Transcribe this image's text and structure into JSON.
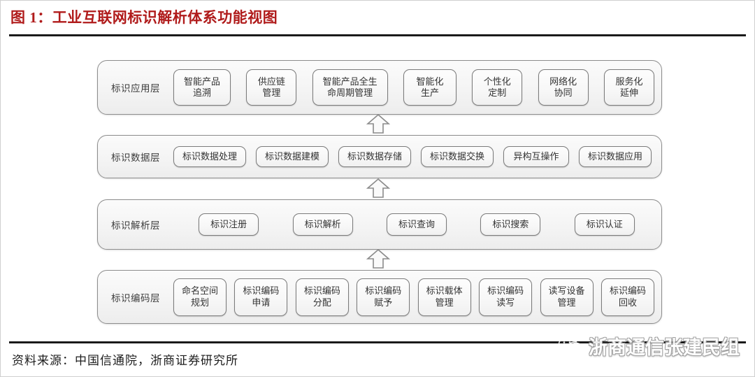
{
  "header": {
    "figure_title": "图 1：工业互联网标识解析体系功能视图"
  },
  "diagram": {
    "layers": [
      {
        "label": "标识应用层",
        "cells": [
          "智能产品\n追溯",
          "供应链\n管理",
          "智能产品全生\n命周期管理",
          "智能化\n生产",
          "个性化\n定制",
          "网络化\n协同",
          "服务化\n延伸"
        ]
      },
      {
        "label": "标识数据层",
        "cells": [
          "标识数据处理",
          "标识数据建模",
          "标识数据存储",
          "标识数据交换",
          "异构互操作",
          "标识数据应用"
        ]
      },
      {
        "label": "标识解析层",
        "cells": [
          "标识注册",
          "标识解析",
          "标识查询",
          "标识搜索",
          "标识认证"
        ]
      },
      {
        "label": "标识编码层",
        "cells": [
          "命名空间\n规划",
          "标识编码\n申请",
          "标识编码\n分配",
          "标识编码\n赋予",
          "标识载体\n管理",
          "标识编码\n读写",
          "读写设备\n管理",
          "标识编码\n回收"
        ]
      }
    ],
    "arrows": [
      {
        "name": "arrow-up-coding-to-resolution"
      },
      {
        "name": "arrow-up-resolution-to-data"
      },
      {
        "name": "arrow-up-data-to-application"
      }
    ]
  },
  "footer": {
    "source": "资料来源：中国信通院，浙商证券研究所"
  },
  "watermark": {
    "text": "浙商通信张建民组",
    "icon": "wechat-icon"
  },
  "colors": {
    "title_red": "#b01b1b",
    "rule_black": "#1a1a1a",
    "box_border": "#7b7b7b",
    "layer_border": "#8d8d8d",
    "text_gray": "#333333"
  }
}
